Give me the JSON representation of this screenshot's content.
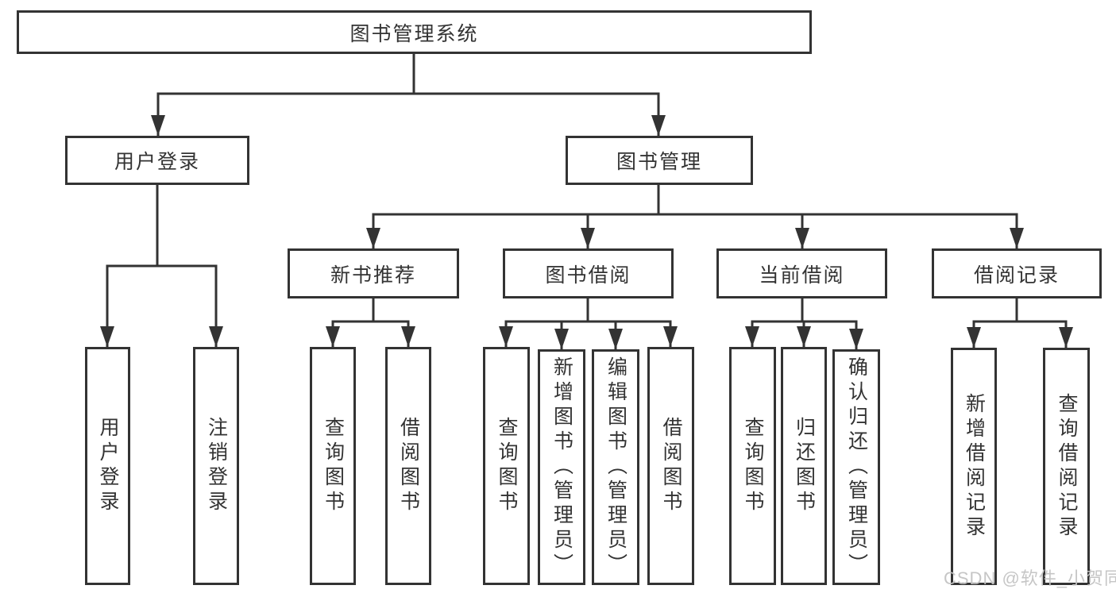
{
  "tree": {
    "label": "图书管理系统",
    "children": [
      {
        "label": "用户登录",
        "children": [
          {
            "label": "用户登录"
          },
          {
            "label": "注销登录"
          }
        ]
      },
      {
        "label": "图书管理",
        "children": [
          {
            "label": "新书推荐",
            "children": [
              {
                "label": "查询图书"
              },
              {
                "label": "借阅图书"
              }
            ]
          },
          {
            "label": "图书借阅",
            "children": [
              {
                "label": "查询图书"
              },
              {
                "label": "新增图书（管理员）"
              },
              {
                "label": "编辑图书（管理员）"
              },
              {
                "label": "借阅图书"
              }
            ]
          },
          {
            "label": "当前借阅",
            "children": [
              {
                "label": "查询图书"
              },
              {
                "label": "归还图书"
              },
              {
                "label": "确认归还（管理员）"
              }
            ]
          },
          {
            "label": "借阅记录",
            "children": [
              {
                "label": "新增借阅记录"
              },
              {
                "label": "查询借阅记录"
              }
            ]
          }
        ]
      }
    ]
  },
  "watermark": "CSDN @软件_小贺同学",
  "colors": {
    "line": "#333333",
    "box_border": "#333333",
    "box_fill": "#ffffff",
    "text": "#333333",
    "watermark": "#c3c3c3",
    "background": "#ffffff"
  }
}
